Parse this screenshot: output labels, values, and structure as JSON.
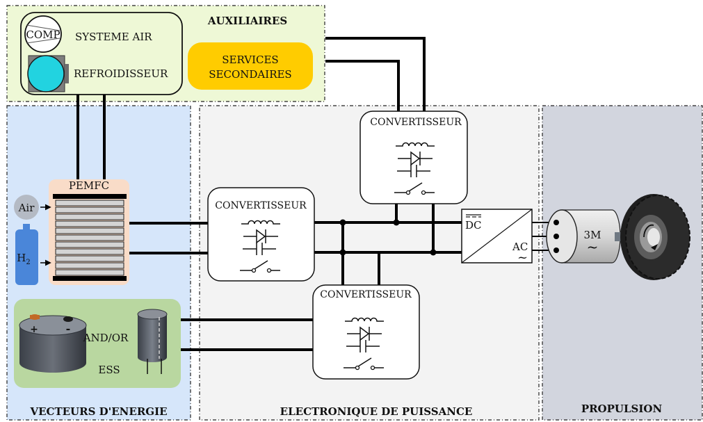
{
  "zones": {
    "auxiliaires": "AUXILIAIRES",
    "vecteurs": "VECTEURS D'ENERGIE",
    "electronique": "ELECTRONIQUE DE PUISSANCE",
    "propulsion": "PROPULSION"
  },
  "aux": {
    "comp": "COMP",
    "systeme_air": "SYSTEME AIR",
    "refroidisseur": "REFROIDISSEUR",
    "services_line1": "SERVICES",
    "services_line2": "SECONDAIRES"
  },
  "sources": {
    "pemfc": "PEMFC",
    "air": "Air",
    "h2": "H",
    "h2_sub": "2",
    "and_or": "AND/OR",
    "ess": "ESS"
  },
  "converters": {
    "top": "CONVERTISSEUR",
    "left": "CONVERTISSEUR",
    "bottom": "CONVERTISSEUR"
  },
  "inverter": {
    "dc": "DC",
    "ac": "AC",
    "tilde": "~"
  },
  "motor": {
    "label": "3M",
    "tilde": "~"
  },
  "colors": {
    "aux_zone": "#eef8d6",
    "energy_zone": "#d6e6fa",
    "power_zone": "#f3f3f3",
    "propulsion_zone": "#d2d5de",
    "services": "#ffcc00",
    "cooler": "#22d3e0",
    "pemfc_bg": "#f9dcc8",
    "ess_bg": "#b9d7a0",
    "h2_tank": "#4a86d9"
  }
}
